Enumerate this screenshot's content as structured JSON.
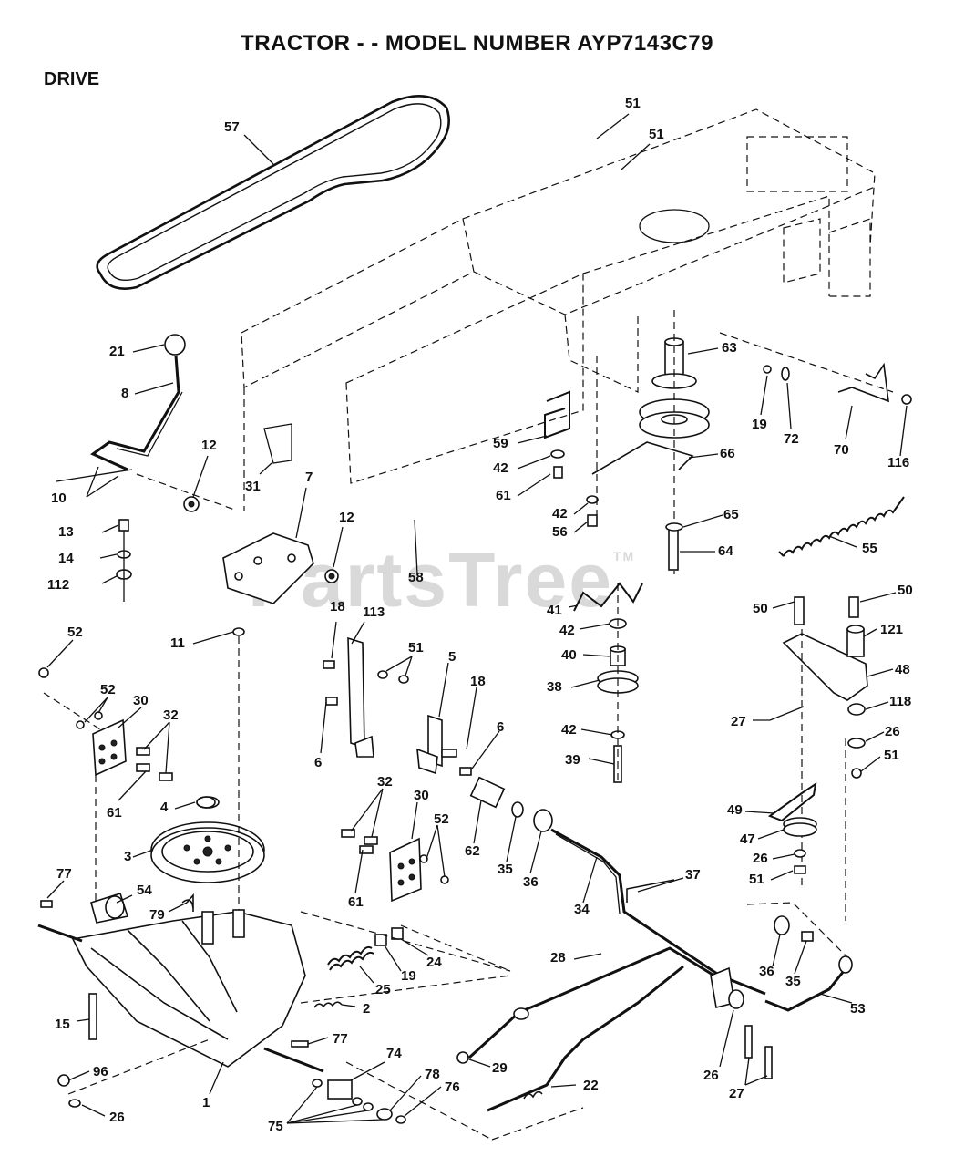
{
  "header": {
    "title": "TRACTOR - - MODEL NUMBER AYP7143C79",
    "section": "DRIVE"
  },
  "watermark": {
    "brand": "PartsTree",
    "tm": "TM"
  },
  "callouts": [
    {
      "id": "c57a",
      "text": "57"
    },
    {
      "id": "c51a",
      "text": "51"
    },
    {
      "id": "c51b",
      "text": "51"
    },
    {
      "id": "c21",
      "text": "21"
    },
    {
      "id": "c8",
      "text": "8"
    },
    {
      "id": "c63",
      "text": "63"
    },
    {
      "id": "c19a",
      "text": "19"
    },
    {
      "id": "c72",
      "text": "72"
    },
    {
      "id": "c70",
      "text": "70"
    },
    {
      "id": "c116",
      "text": "116"
    },
    {
      "id": "c59",
      "text": "59"
    },
    {
      "id": "c66",
      "text": "66"
    },
    {
      "id": "c12a",
      "text": "12"
    },
    {
      "id": "c10",
      "text": "10"
    },
    {
      "id": "c31",
      "text": "31"
    },
    {
      "id": "c7",
      "text": "7"
    },
    {
      "id": "c42a",
      "text": "42"
    },
    {
      "id": "c61a",
      "text": "61"
    },
    {
      "id": "c42b",
      "text": "42"
    },
    {
      "id": "c56",
      "text": "56"
    },
    {
      "id": "c65",
      "text": "65"
    },
    {
      "id": "c13",
      "text": "13"
    },
    {
      "id": "c12b",
      "text": "12"
    },
    {
      "id": "c55",
      "text": "55"
    },
    {
      "id": "c14",
      "text": "14"
    },
    {
      "id": "c58",
      "text": "58"
    },
    {
      "id": "c64",
      "text": "64"
    },
    {
      "id": "c112",
      "text": "112"
    },
    {
      "id": "c50a",
      "text": "50"
    },
    {
      "id": "c50b",
      "text": "50"
    },
    {
      "id": "c41",
      "text": "41"
    },
    {
      "id": "c18a",
      "text": "18"
    },
    {
      "id": "c113",
      "text": "113"
    },
    {
      "id": "c42c",
      "text": "42"
    },
    {
      "id": "c121",
      "text": "121"
    },
    {
      "id": "c52a",
      "text": "52"
    },
    {
      "id": "c11",
      "text": "11"
    },
    {
      "id": "c51c",
      "text": "51"
    },
    {
      "id": "c5",
      "text": "5"
    },
    {
      "id": "c40",
      "text": "40"
    },
    {
      "id": "c48",
      "text": "48"
    },
    {
      "id": "c52b",
      "text": "52"
    },
    {
      "id": "c30a",
      "text": "30"
    },
    {
      "id": "c18b",
      "text": "18"
    },
    {
      "id": "c38",
      "text": "38"
    },
    {
      "id": "c32a",
      "text": "32"
    },
    {
      "id": "c118",
      "text": "118"
    },
    {
      "id": "c27a",
      "text": "27"
    },
    {
      "id": "c6a",
      "text": "6"
    },
    {
      "id": "c42d",
      "text": "42"
    },
    {
      "id": "c26a",
      "text": "26"
    },
    {
      "id": "c6b",
      "text": "6"
    },
    {
      "id": "c39",
      "text": "39"
    },
    {
      "id": "c51d",
      "text": "51"
    },
    {
      "id": "c61b",
      "text": "61"
    },
    {
      "id": "c32b",
      "text": "32"
    },
    {
      "id": "c30b",
      "text": "30"
    },
    {
      "id": "c4",
      "text": "4"
    },
    {
      "id": "c49",
      "text": "49"
    },
    {
      "id": "c52c",
      "text": "52"
    },
    {
      "id": "c47",
      "text": "47"
    },
    {
      "id": "c62",
      "text": "62"
    },
    {
      "id": "c35a",
      "text": "35"
    },
    {
      "id": "c36a",
      "text": "36"
    },
    {
      "id": "c3",
      "text": "3"
    },
    {
      "id": "c26b",
      "text": "26"
    },
    {
      "id": "c37",
      "text": "37"
    },
    {
      "id": "c51e",
      "text": "51"
    },
    {
      "id": "c77a",
      "text": "77"
    },
    {
      "id": "c61c",
      "text": "61"
    },
    {
      "id": "c54",
      "text": "54"
    },
    {
      "id": "c79",
      "text": "79"
    },
    {
      "id": "c34",
      "text": "34"
    },
    {
      "id": "c36b",
      "text": "36"
    },
    {
      "id": "c35b",
      "text": "35"
    },
    {
      "id": "c24",
      "text": "24"
    },
    {
      "id": "c28",
      "text": "28"
    },
    {
      "id": "c19b",
      "text": "19"
    },
    {
      "id": "c25",
      "text": "25"
    },
    {
      "id": "c53",
      "text": "53"
    },
    {
      "id": "c2",
      "text": "2"
    },
    {
      "id": "c15",
      "text": "15"
    },
    {
      "id": "c77b",
      "text": "77"
    },
    {
      "id": "c26c",
      "text": "26"
    },
    {
      "id": "c29",
      "text": "29"
    },
    {
      "id": "c74",
      "text": "74"
    },
    {
      "id": "c96",
      "text": "96"
    },
    {
      "id": "c78",
      "text": "78"
    },
    {
      "id": "c22",
      "text": "22"
    },
    {
      "id": "c27b",
      "text": "27"
    },
    {
      "id": "c76",
      "text": "76"
    },
    {
      "id": "c1",
      "text": "1"
    },
    {
      "id": "c26d",
      "text": "26"
    },
    {
      "id": "c75",
      "text": "75"
    }
  ]
}
